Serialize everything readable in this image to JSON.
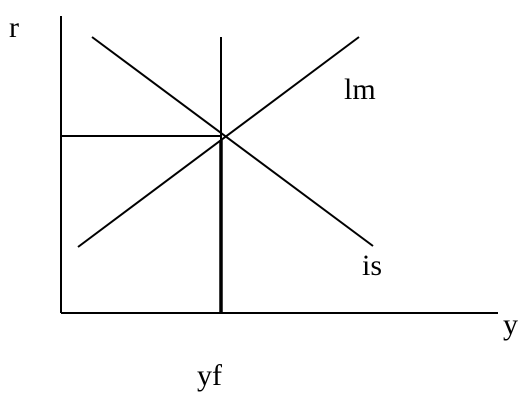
{
  "labels": {
    "vertical_axis": "r",
    "horizontal_axis": "y",
    "lm_curve": "lm",
    "is_curve": "is",
    "full_employment_output": "yf"
  },
  "colors": {
    "ink": "#000000",
    "background": "#ffffff"
  }
}
